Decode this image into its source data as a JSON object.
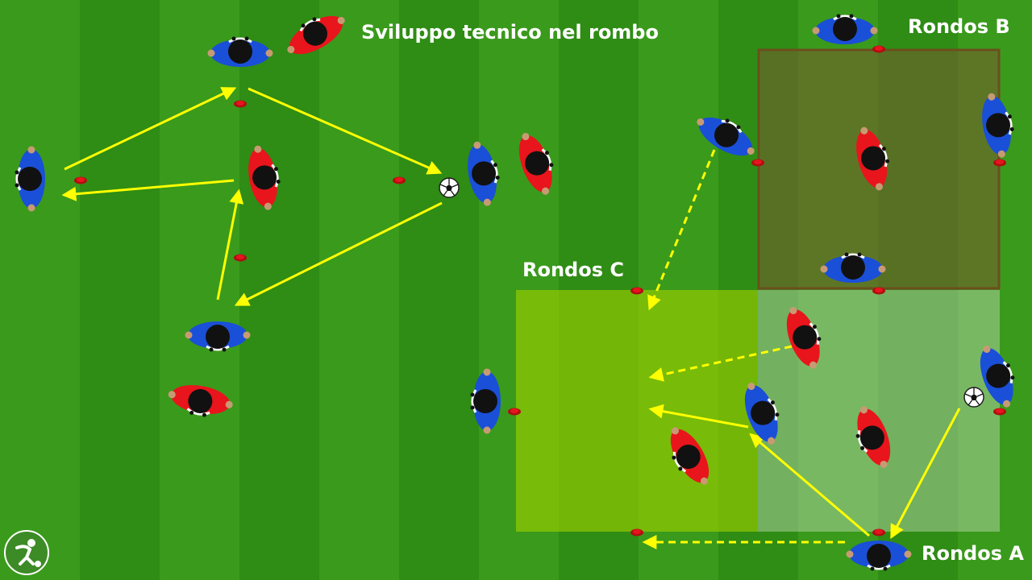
{
  "title": "Sviluppo tecnico nel rombo",
  "zones": {
    "rondos_a": "Rondos A",
    "rondos_b": "Rondos B",
    "rondos_c": "Rondos C"
  },
  "teams": {
    "blue": {
      "shirt": "#1a4fd8",
      "pattern": "#ffffff"
    },
    "red": {
      "shirt": "#e8151c",
      "pattern": "#ffffff"
    }
  },
  "colors": {
    "pitch_light": "#3a9a1c",
    "pitch_dark": "#2f8c15",
    "arrow": "#ffff00",
    "cone": "#e8151c",
    "zone_b": "#6b5a2b",
    "zone_c": "#9acd00",
    "zone_a": "#b9d6a8"
  },
  "icons": {
    "logo": "player-logo-icon",
    "ball": "soccer-ball-icon",
    "cone": "cone-icon"
  }
}
